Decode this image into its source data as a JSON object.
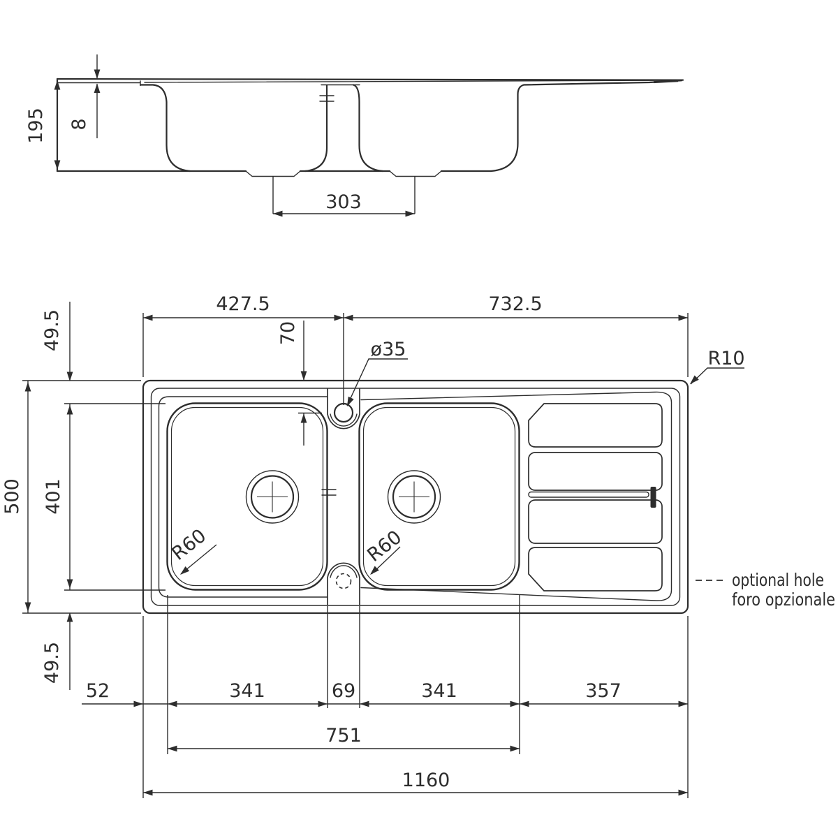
{
  "drawing_type": "sink technical drawing",
  "colors": {
    "line": "#2d2d2d",
    "background": "#ffffff"
  },
  "side_view": {
    "overall_height": "195",
    "rim_thickness": "8",
    "drain_centres": "303"
  },
  "plan_view": {
    "left_to_tap": "427.5",
    "tap_to_right": "732.5",
    "tap_offset": "70",
    "tap_hole_dia": "ø35",
    "deck_corner_radius": "R10",
    "rim_top": "49.5",
    "overall_depth": "500",
    "bowl_length": "401",
    "bowl_radius_left": "R60",
    "bowl_radius_right": "R60",
    "rim_bottom": "49.5",
    "left_rim": "52",
    "bowl1_width": "341",
    "divider_width": "69",
    "bowl2_width": "341",
    "drainer_width": "357",
    "bowls_overall": "751",
    "overall_width": "1160"
  },
  "legend": {
    "optional_hole_en": "optional hole",
    "optional_hole_it": "foro opzionale"
  }
}
